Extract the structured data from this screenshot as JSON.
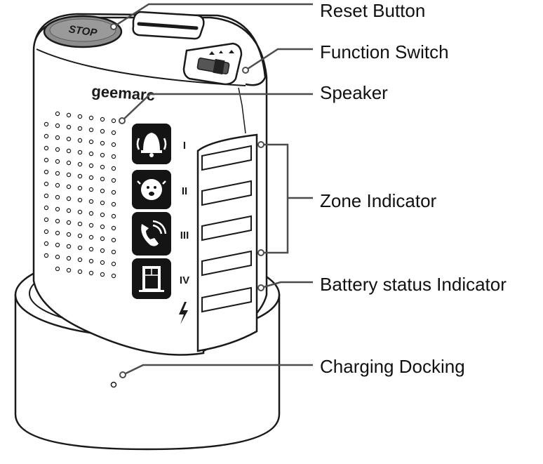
{
  "callouts": {
    "reset_button": "Reset Button",
    "function_switch": "Function Switch",
    "speaker": "Speaker",
    "zone_indicator": "Zone Indicator",
    "battery_status_indicator": "Battery status Indicator",
    "charging_docking": "Charging Docking"
  },
  "device": {
    "reset_button_label": "STOP",
    "brand_logo": "geemarc",
    "zones": [
      {
        "numeral": "I",
        "icon": "bell-icon"
      },
      {
        "numeral": "II",
        "icon": "crying-baby-icon"
      },
      {
        "numeral": "III",
        "icon": "phone-icon"
      },
      {
        "numeral": "IV",
        "icon": "door-icon"
      }
    ],
    "battery_icon": "lightning-icon"
  },
  "colors": {
    "outline": "#1a1a1a",
    "leader_line": "#4d4d4d",
    "icon_fill": "#141414",
    "button_fill": "#8c8c8c"
  }
}
